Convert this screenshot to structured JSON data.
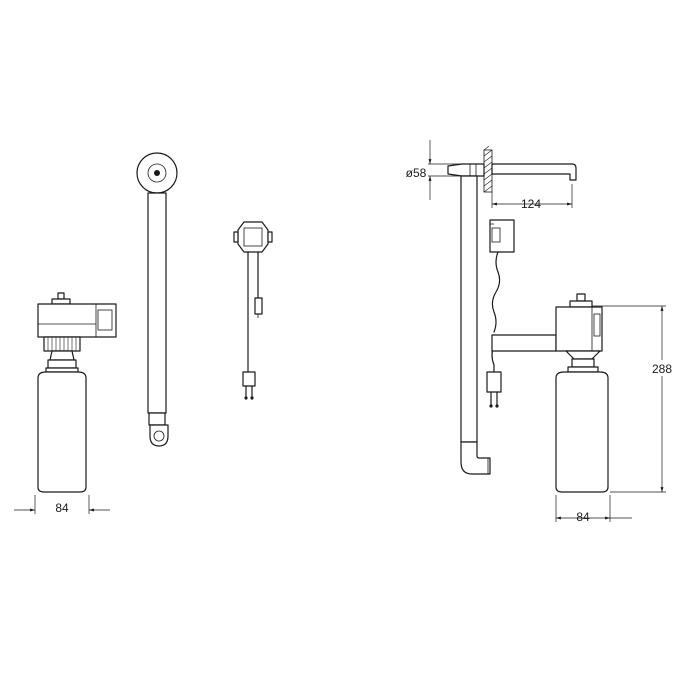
{
  "dimensions": {
    "left_bottle_width": "84",
    "right_bottle_width": "84",
    "right_height": "288",
    "spout_projection": "124",
    "pipe_diameter": "ø58"
  }
}
